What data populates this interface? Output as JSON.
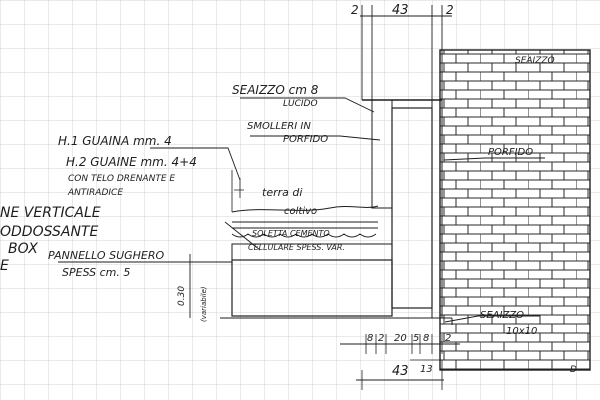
{
  "dimensions_top": {
    "left": "2",
    "middle": "43",
    "right": "2"
  },
  "annotations": {
    "seaizzo_top_block": "SEAIZZO",
    "seaizzo_cm8": "SEAIZZO cm 8",
    "lucido": "LUCIDO",
    "smolleri_in": "SMOLLERI IN",
    "porfido_left": "PORFIDO",
    "porfido_right": "PORFIDO",
    "guaina_h1": "H.1 GUAINA mm. 4",
    "guaine_h2": "H.2 GUAINE mm. 4+4",
    "con_telo": "CON TELO DRENANTE E",
    "antiradice": "ANTIRADICE",
    "terra_coltivo_1": "terra di",
    "terra_coltivo_2": "coltivo",
    "margin_verticale": "NE VERTICALE",
    "margin_addossante": "ODDOSSANTE",
    "margin_box": "BOX",
    "margin_e": "E",
    "pannello_1": "PANNELLO SUGHERO",
    "pannello_2": "SPESS cm. 5",
    "soletta_1": "SOLETTA CEMENTO",
    "soletta_2": "CELLULARE SPESS. VAR.",
    "depth_dim": "0.30",
    "variabile": "(variabile)",
    "seaizzo_bottom": "SEAIZZO",
    "size_10x10": "10x10",
    "corner_mark": "D"
  },
  "dimensions_bottom": {
    "d1": "8",
    "d2": "2",
    "d3": "20",
    "d4": "5",
    "d5": "8",
    "d6": "2",
    "total": "43",
    "d7": "13"
  }
}
